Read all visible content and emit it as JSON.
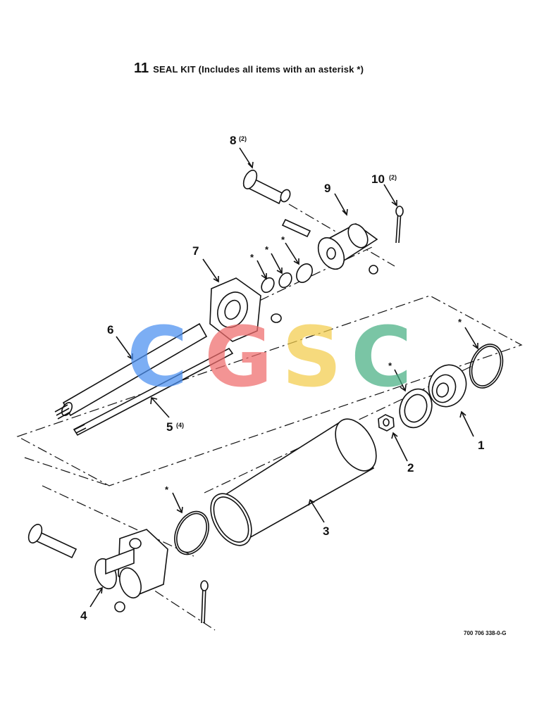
{
  "header": {
    "number": "11",
    "text": "SEAL KIT (Includes all items with an asterisk *)"
  },
  "callouts": [
    {
      "num": "1"
    },
    {
      "num": "2"
    },
    {
      "num": "3"
    },
    {
      "num": "4"
    },
    {
      "num": "5",
      "qty": "(4)"
    },
    {
      "num": "6"
    },
    {
      "num": "7"
    },
    {
      "num": "8",
      "qty": "(2)"
    },
    {
      "num": "9"
    },
    {
      "num": "10",
      "qty": "(2)"
    }
  ],
  "asterisk": "*",
  "reference_code": "700 706 338-0-G",
  "watermark": {
    "letters": [
      "C",
      "G",
      "S",
      "C"
    ],
    "colors": [
      "#4a8ff0",
      "#ef6b6b",
      "#f3cd4c",
      "#47b083"
    ]
  }
}
